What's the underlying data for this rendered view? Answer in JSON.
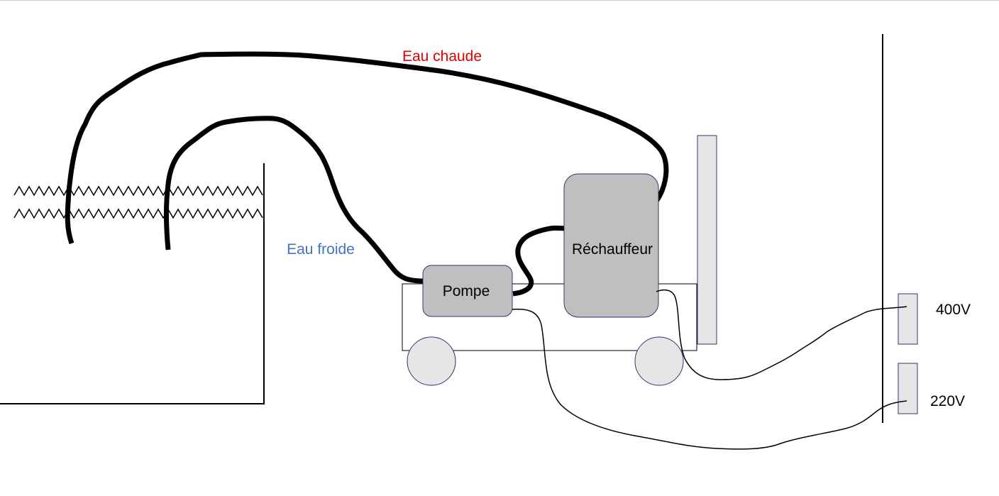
{
  "labels": {
    "hot_water": "Eau chaude",
    "cold_water": "Eau froide",
    "pump": "Pompe",
    "heater": "Réchauffeur",
    "outlet_400": "400V",
    "outlet_220": "220V"
  },
  "colors": {
    "hot_water": "#e00000",
    "cold_water": "#4472c4",
    "component_fill": "#bfbfbf",
    "panel_fill": "#e6e6e6",
    "wheel_fill": "#e6e6e6",
    "outline": "#000000"
  }
}
